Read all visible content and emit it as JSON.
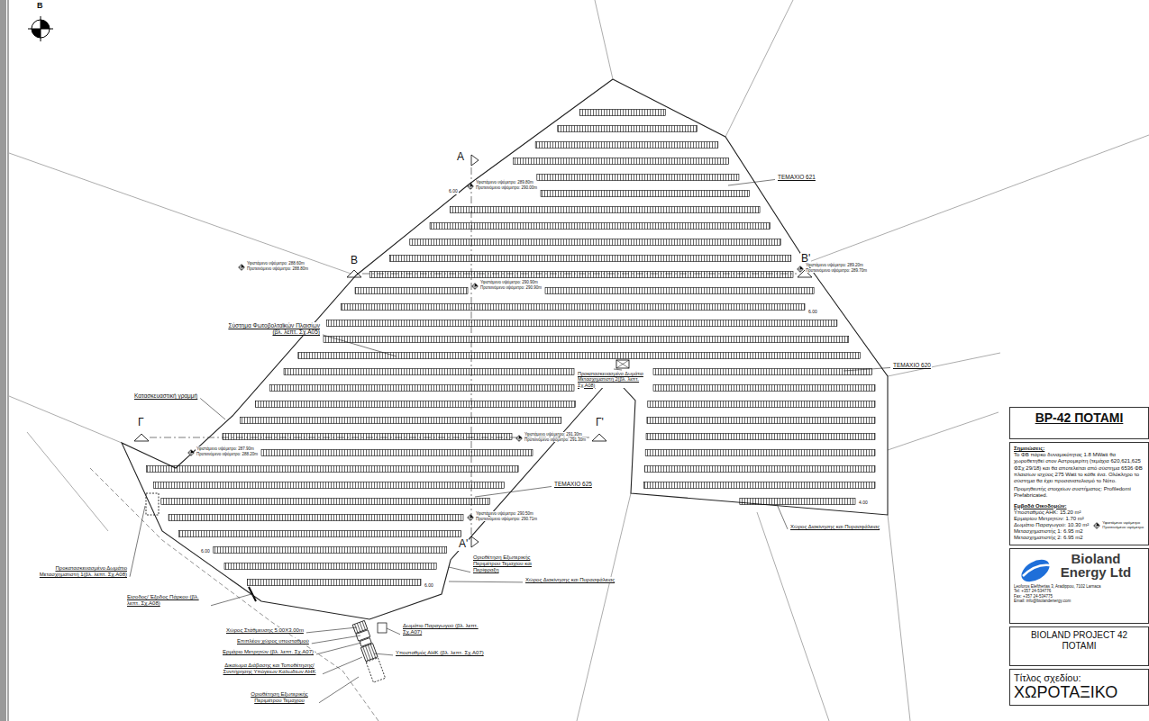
{
  "diagram": {
    "nodes": [
      {
        "text": [
          "BP-42 ΠΟΤΑΜΙ"
        ]
      },
      {
        "text": [
          "Σημειώσεις:",
          "Το ΦΒ πάρκο δυναμικότητας 1.8 MWatt θα χωροθετηθεί στον Αστρομερίτη (τεμάχια 620,621,625 ΦΣχ 29/18) και θα αποτελείται από σύστημα 6536 ΦΒ πλαισίων ισχύος 275 Watt το κάθε ένα. Ολόκληρο το σύστημα θα έχει προσανατολισμό το Νότο.",
          "Προμηθευτής στοιχείων συστήματος: Profiledomi Prefabricated.",
          "Εμβαδά Οικοδομών:",
          "Υποσταθμός ΑΗΚ: 15.20 m²",
          "Ερμαρίου Μετρητών: 1.70 m²",
          "Δωμάτιο Παραγωγού: 10.30 m²",
          "Μετασχηματιστής 1: 6.95 m2",
          "Μετασχηματιστής 2: 6.95 m2"
        ]
      },
      {
        "text": [
          "Bioland Energy Ltd",
          "Leoforos Eleftherias 3, Aradippou, 7102 Larnaca",
          "Tel: +357 24-534776",
          "Fax: +357 24-534775",
          "Email: info@biolandenergy.com"
        ]
      },
      {
        "text": [
          "BIOLAND PROJECT 42 ΠΟΤΑΜΙ"
        ]
      },
      {
        "text": [
          "Τίτλος σχεδίου:",
          "ΧΩΡΟΤΑΞΙΚΟ"
        ]
      }
    ],
    "labels": [
      "Β",
      "Α",
      "Α'",
      "Β",
      "Β'",
      "Γ",
      "Γ'",
      "ΤΕΜΑΧΙΟ 621",
      "ΤΕΜΑΧΙΟ 620",
      "ΤΕΜΑΧΙΟ 625",
      "Σύστημα Φωτοβολταϊκών Πλαισίων (βλ. λεπτ. Σχ.A05)",
      "Κατασκευαστική γραμμή",
      "Προκατασκευασμένο Δωμάτιο Μετασχηματιστή 2(βλ. λεπτ. Σχ.A08)",
      "Προκατασκευασμένο Δωμάτιο Μετασχηματιστή 1(βλ. λεπτ. Σχ.A08)",
      "Οριοθέτηση Εξωτερικής Περιμέτρου Τεμαχίου και Περίφραξη",
      "Χώρος Διακίνησης και Πυρασφάλειας",
      "Χώρος Διακίνησης και Πυρασφάλειας",
      "Είσοδος/ Έξοδος Πάρκου (βλ. λεπτ. Σχ.A08)",
      "Χώρος Στάθμευσης 5.00Χ3.00m",
      "Επιπλέον χώρος υποσταθμού",
      "Ερμάριο Μετρητών (βλ. λεπτ. Σχ.A07)",
      "Δικαίωμα Διάβασης και Τοποθέτησης/Συντήρησης Υπόγειων Καλωδίων ΑΗΚ",
      "Οριοθέτηση Εξωτερικής Περιμέτρου Τεμαχίου",
      "Δωμάτιο Παραγωγού (βλ. λεπτ. Σχ.A07)",
      "Υποσταθμός ΑΗΚ (βλ. λεπτ. Σχ.A07)",
      "Υφιστάμενο υψόμετρο: 289.80m",
      "Προτεινόμενο υψόμετρο: 290.00m",
      "Υφιστάμενο υψόμετρο: 288.60m",
      "Προτεινόμενο υψόμετρο: 288.80m",
      "Υφιστάμενο υψόμετρο: 290.90m",
      "Προτεινόμενο υψόμετρο: 290.90m",
      "Υφιστάμενο υψόμετρο: 289.20m",
      "Προτεινόμενο υψόμετρο: 289.70m",
      "Υφιστάμενο υψόμετρο: 291.30m",
      "Προτεινόμενο υψόμετρο: 291.30m",
      "Υφιστάμενο υψόμετρο: 287.90m",
      "Προτεινόμενο υψόμετρο: 288.20m",
      "Υφιστάμενο υψόμετρο: 290.50m",
      "Προτεινόμενο υψόμετρο: 290.71m",
      "6.00",
      "6.00",
      "4.00",
      "6.00",
      "6.00"
    ],
    "legend": [
      {
        "text": "Υφιστάμενο υψόμετρο"
      },
      {
        "text": "Προτεινόμενο υψόμετρο"
      }
    ]
  }
}
